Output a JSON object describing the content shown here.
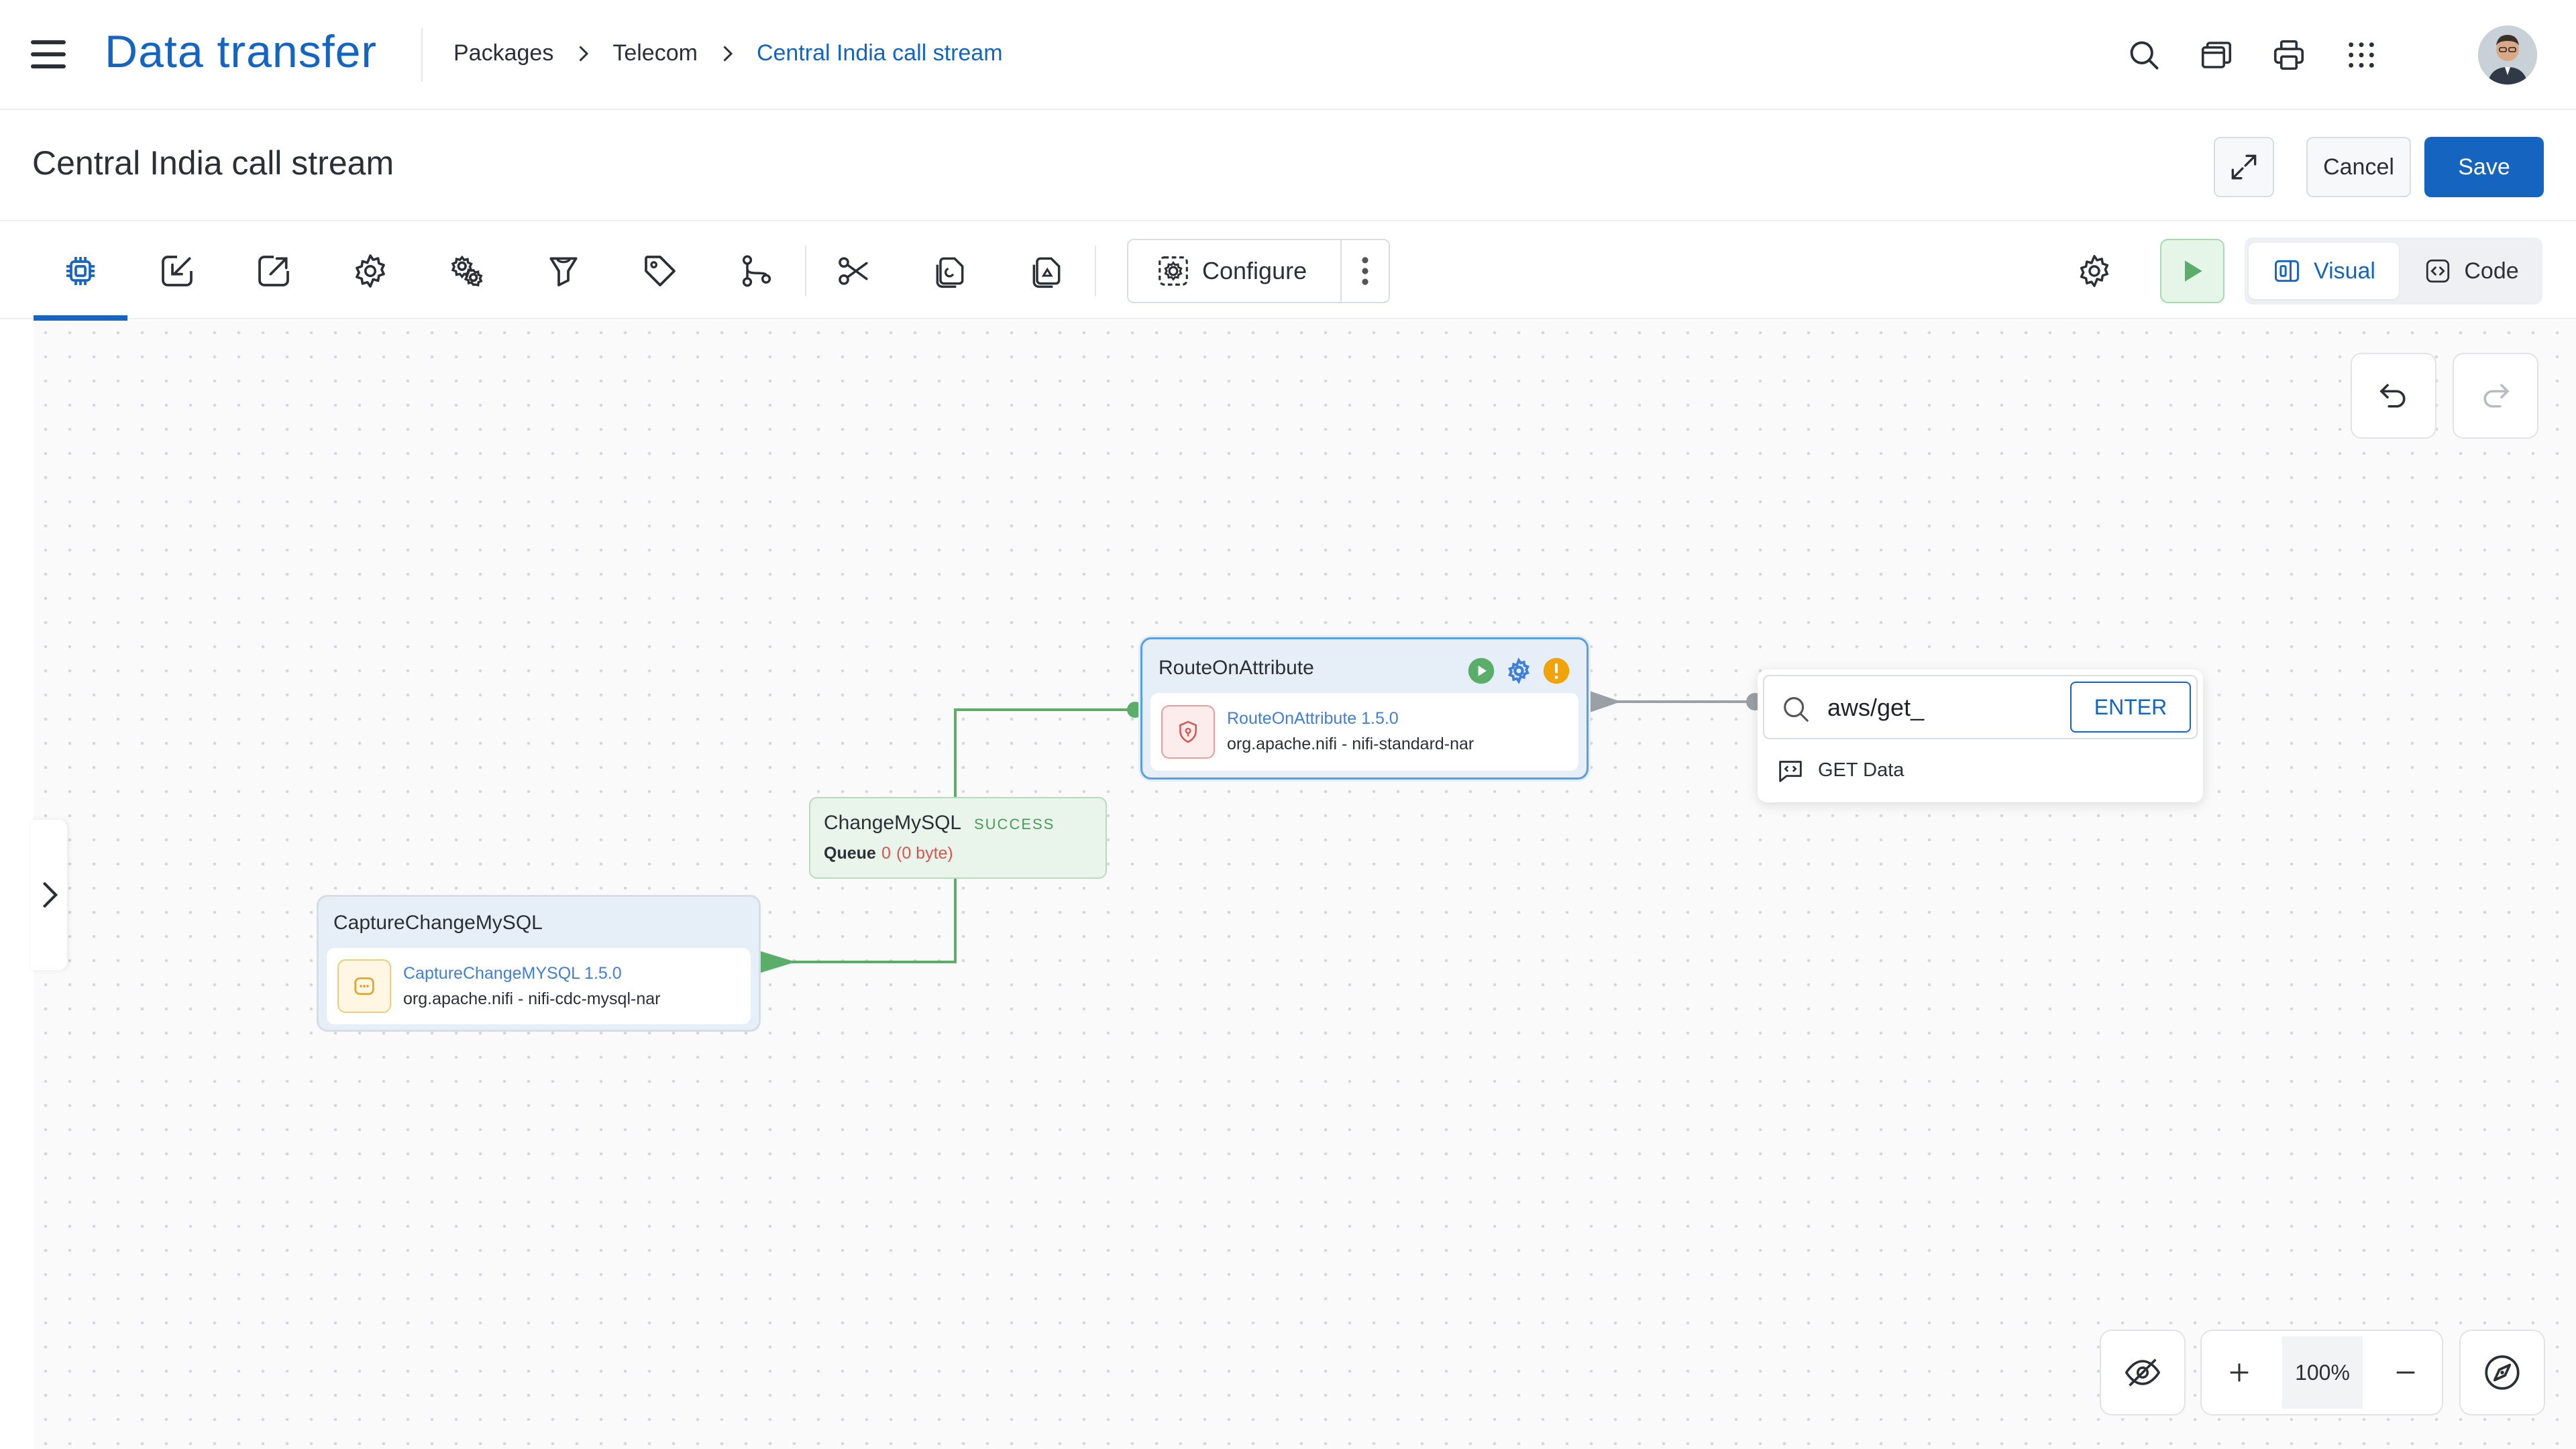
{
  "app": {
    "title": "Data transfer"
  },
  "breadcrumb": {
    "items": [
      "Packages",
      "Telecom"
    ],
    "current": "Central India call stream"
  },
  "header_icons": [
    "search-icon",
    "windows-icon",
    "printer-icon",
    "apps-grid-icon"
  ],
  "page": {
    "title": "Central India call stream",
    "cancel_label": "Cancel",
    "save_label": "Save"
  },
  "toolbar": {
    "tools": [
      "processor-icon",
      "input-port-icon",
      "output-port-icon",
      "process-group-icon",
      "remote-group-icon",
      "funnel-icon",
      "label-tag-icon",
      "branch-icon",
      "cut-icon",
      "copy-icon",
      "paste-icon"
    ],
    "configure_label": "Configure",
    "visual_label": "Visual",
    "code_label": "Code"
  },
  "nodes": {
    "capture": {
      "title": "CaptureChangeMySQL",
      "version": "CaptureChangeMYSQL 1.5.0",
      "package": "org.apache.nifi - nifi-cdc-mysql-nar"
    },
    "route": {
      "title": "RouteOnAttribute",
      "version": "RouteOnAttribute 1.5.0",
      "package": "org.apache.nifi - nifi-standard-nar"
    }
  },
  "connection": {
    "name": "ChangeMySQL",
    "status": "SUCCESS",
    "queue_label": "Queue",
    "queue_count": "0",
    "queue_size": "(0 byte)"
  },
  "search_popup": {
    "value": "aws/get_",
    "enter_label": "ENTER",
    "suggestion": "GET Data"
  },
  "zoom": {
    "level": "100%"
  },
  "colors": {
    "primary": "#1565c0",
    "success": "#5aae6a",
    "warning": "#f0a30a",
    "error": "#d9534f"
  }
}
